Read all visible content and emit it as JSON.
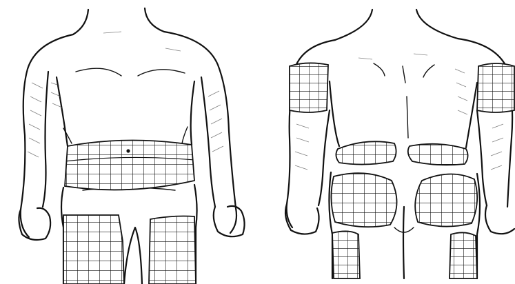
{
  "colors": {
    "ink": "#111111",
    "shading": "#555555",
    "background": "#ffffff"
  },
  "figures": [
    {
      "view": "front",
      "injection_zones": [
        "abdomen",
        "left-thigh",
        "right-thigh"
      ]
    },
    {
      "view": "back",
      "injection_zones": [
        "left-upper-arm",
        "right-upper-arm",
        "left-flank",
        "right-flank",
        "left-buttock",
        "right-buttock",
        "left-thigh",
        "right-thigh"
      ]
    }
  ]
}
